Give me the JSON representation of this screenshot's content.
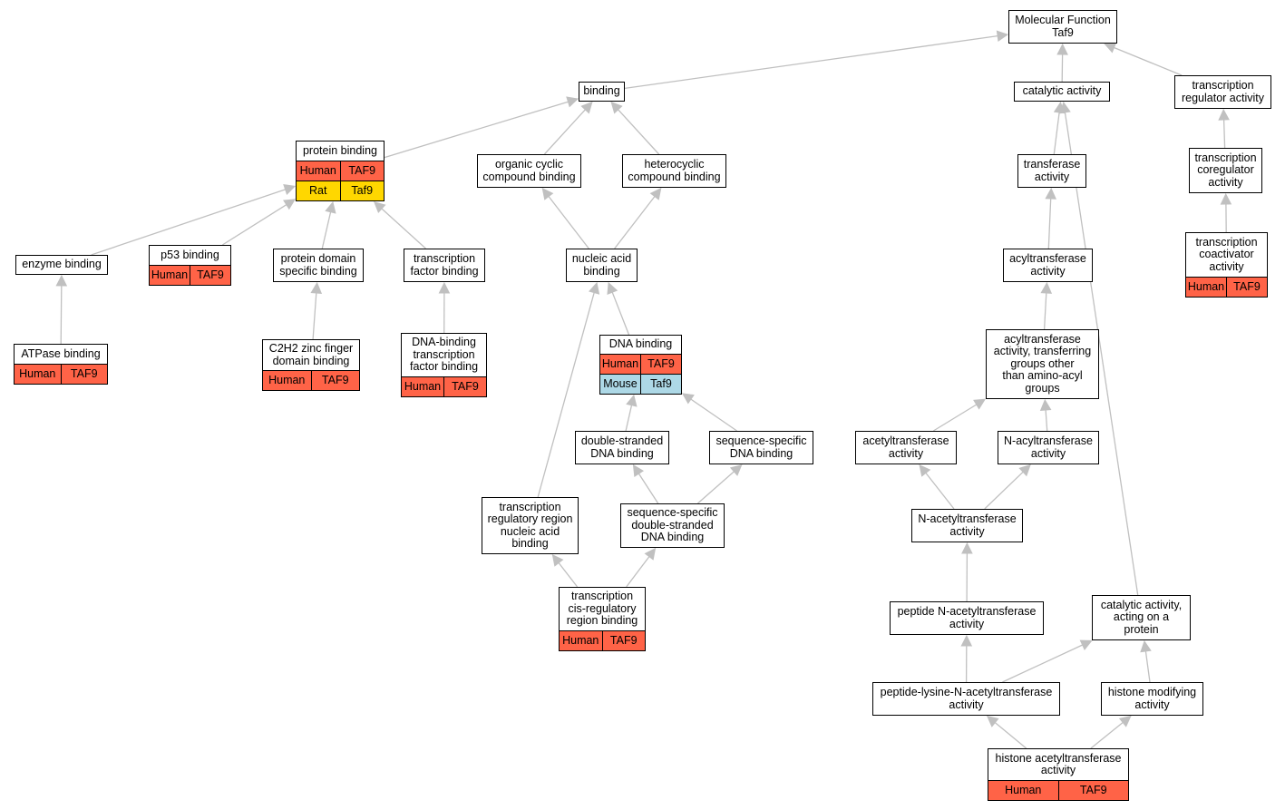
{
  "colors": {
    "Human": "#ff6347",
    "Rat": "#ffd700",
    "Mouse": "#add8e6",
    "edge": "#c0c0c0"
  },
  "nodes": [
    {
      "id": "mf",
      "label": "Molecular Function\nTaf9"
    },
    {
      "id": "binding",
      "label": "binding"
    },
    {
      "id": "catalytic",
      "label": "catalytic activity"
    },
    {
      "id": "tra",
      "label": "transcription\nregulator activity"
    },
    {
      "id": "protein_binding",
      "label": "protein binding",
      "annotations": [
        [
          "Human",
          "TAF9"
        ],
        [
          "Rat",
          "Taf9"
        ]
      ]
    },
    {
      "id": "organic",
      "label": "organic cyclic\ncompound binding"
    },
    {
      "id": "hetero",
      "label": "heterocyclic\ncompound binding"
    },
    {
      "id": "transferase",
      "label": "transferase\nactivity"
    },
    {
      "id": "coregulator",
      "label": "transcription\ncoregulator\nactivity"
    },
    {
      "id": "enzyme",
      "label": "enzyme binding"
    },
    {
      "id": "p53",
      "label": "p53 binding",
      "annotations": [
        [
          "Human",
          "TAF9"
        ]
      ]
    },
    {
      "id": "pdsb",
      "label": "protein domain\nspecific binding"
    },
    {
      "id": "tfb",
      "label": "transcription\nfactor binding"
    },
    {
      "id": "nab",
      "label": "nucleic acid\nbinding"
    },
    {
      "id": "acyltransferase",
      "label": "acyltransferase\nactivity"
    },
    {
      "id": "coactivator",
      "label": "transcription\ncoactivator\nactivity",
      "annotations": [
        [
          "Human",
          "TAF9"
        ]
      ]
    },
    {
      "id": "atpase",
      "label": "ATPase binding",
      "annotations": [
        [
          "Human",
          "TAF9"
        ]
      ]
    },
    {
      "id": "c2h2",
      "label": "C2H2 zinc finger\ndomain binding",
      "annotations": [
        [
          "Human",
          "TAF9"
        ]
      ]
    },
    {
      "id": "dbtfb",
      "label": "DNA-binding\ntranscription\nfactor binding",
      "annotations": [
        [
          "Human",
          "TAF9"
        ]
      ]
    },
    {
      "id": "dna",
      "label": "DNA binding",
      "annotations": [
        [
          "Human",
          "TAF9"
        ],
        [
          "Mouse",
          "Taf9"
        ]
      ]
    },
    {
      "id": "acyl_other",
      "label": "acyltransferase\nactivity, transferring\ngroups other\nthan amino-acyl\ngroups"
    },
    {
      "id": "dsdna",
      "label": "double-stranded\nDNA binding"
    },
    {
      "id": "ssdna",
      "label": "sequence-specific\nDNA binding"
    },
    {
      "id": "acetyl",
      "label": "acetyltransferase\nactivity"
    },
    {
      "id": "nacyl",
      "label": "N-acyltransferase\nactivity"
    },
    {
      "id": "trr",
      "label": "transcription\nregulatory region\nnucleic acid\nbinding"
    },
    {
      "id": "ssds",
      "label": "sequence-specific\ndouble-stranded\nDNA binding"
    },
    {
      "id": "nacetyl",
      "label": "N-acetyltransferase\nactivity"
    },
    {
      "id": "cis",
      "label": "transcription\ncis-regulatory\nregion binding",
      "annotations": [
        [
          "Human",
          "TAF9"
        ]
      ]
    },
    {
      "id": "pepn",
      "label": "peptide N-acetyltransferase\nactivity"
    },
    {
      "id": "catprot",
      "label": "catalytic activity,\nacting on a\nprotein"
    },
    {
      "id": "peplys",
      "label": "peptide-lysine-N-acetyltransferase\nactivity"
    },
    {
      "id": "histmod",
      "label": "histone modifying\nactivity"
    },
    {
      "id": "hat",
      "label": "histone acetyltransferase\nactivity",
      "annotations": [
        [
          "Human",
          "TAF9"
        ]
      ]
    }
  ],
  "edges": [
    [
      "binding",
      "mf"
    ],
    [
      "catalytic",
      "mf"
    ],
    [
      "tra",
      "mf"
    ],
    [
      "protein_binding",
      "binding"
    ],
    [
      "organic",
      "binding"
    ],
    [
      "hetero",
      "binding"
    ],
    [
      "transferase",
      "catalytic"
    ],
    [
      "coregulator",
      "tra"
    ],
    [
      "coactivator",
      "coregulator"
    ],
    [
      "enzyme",
      "protein_binding"
    ],
    [
      "p53",
      "protein_binding"
    ],
    [
      "pdsb",
      "protein_binding"
    ],
    [
      "tfb",
      "protein_binding"
    ],
    [
      "nab",
      "organic"
    ],
    [
      "nab",
      "hetero"
    ],
    [
      "acyltransferase",
      "transferase"
    ],
    [
      "atpase",
      "enzyme"
    ],
    [
      "c2h2",
      "pdsb"
    ],
    [
      "dbtfb",
      "tfb"
    ],
    [
      "dna",
      "nab"
    ],
    [
      "trr",
      "nab"
    ],
    [
      "acyl_other",
      "acyltransferase"
    ],
    [
      "dsdna",
      "dna"
    ],
    [
      "ssdna",
      "dna"
    ],
    [
      "acetyl",
      "acyl_other"
    ],
    [
      "nacyl",
      "acyl_other"
    ],
    [
      "ssds",
      "dsdna"
    ],
    [
      "ssds",
      "ssdna"
    ],
    [
      "nacetyl",
      "acetyl"
    ],
    [
      "nacetyl",
      "nacyl"
    ],
    [
      "cis",
      "trr"
    ],
    [
      "cis",
      "ssds"
    ],
    [
      "pepn",
      "nacetyl"
    ],
    [
      "catprot",
      "catalytic"
    ],
    [
      "peplys",
      "pepn"
    ],
    [
      "peplys",
      "catprot"
    ],
    [
      "histmod",
      "catprot"
    ],
    [
      "hat",
      "peplys"
    ],
    [
      "hat",
      "histmod"
    ]
  ]
}
